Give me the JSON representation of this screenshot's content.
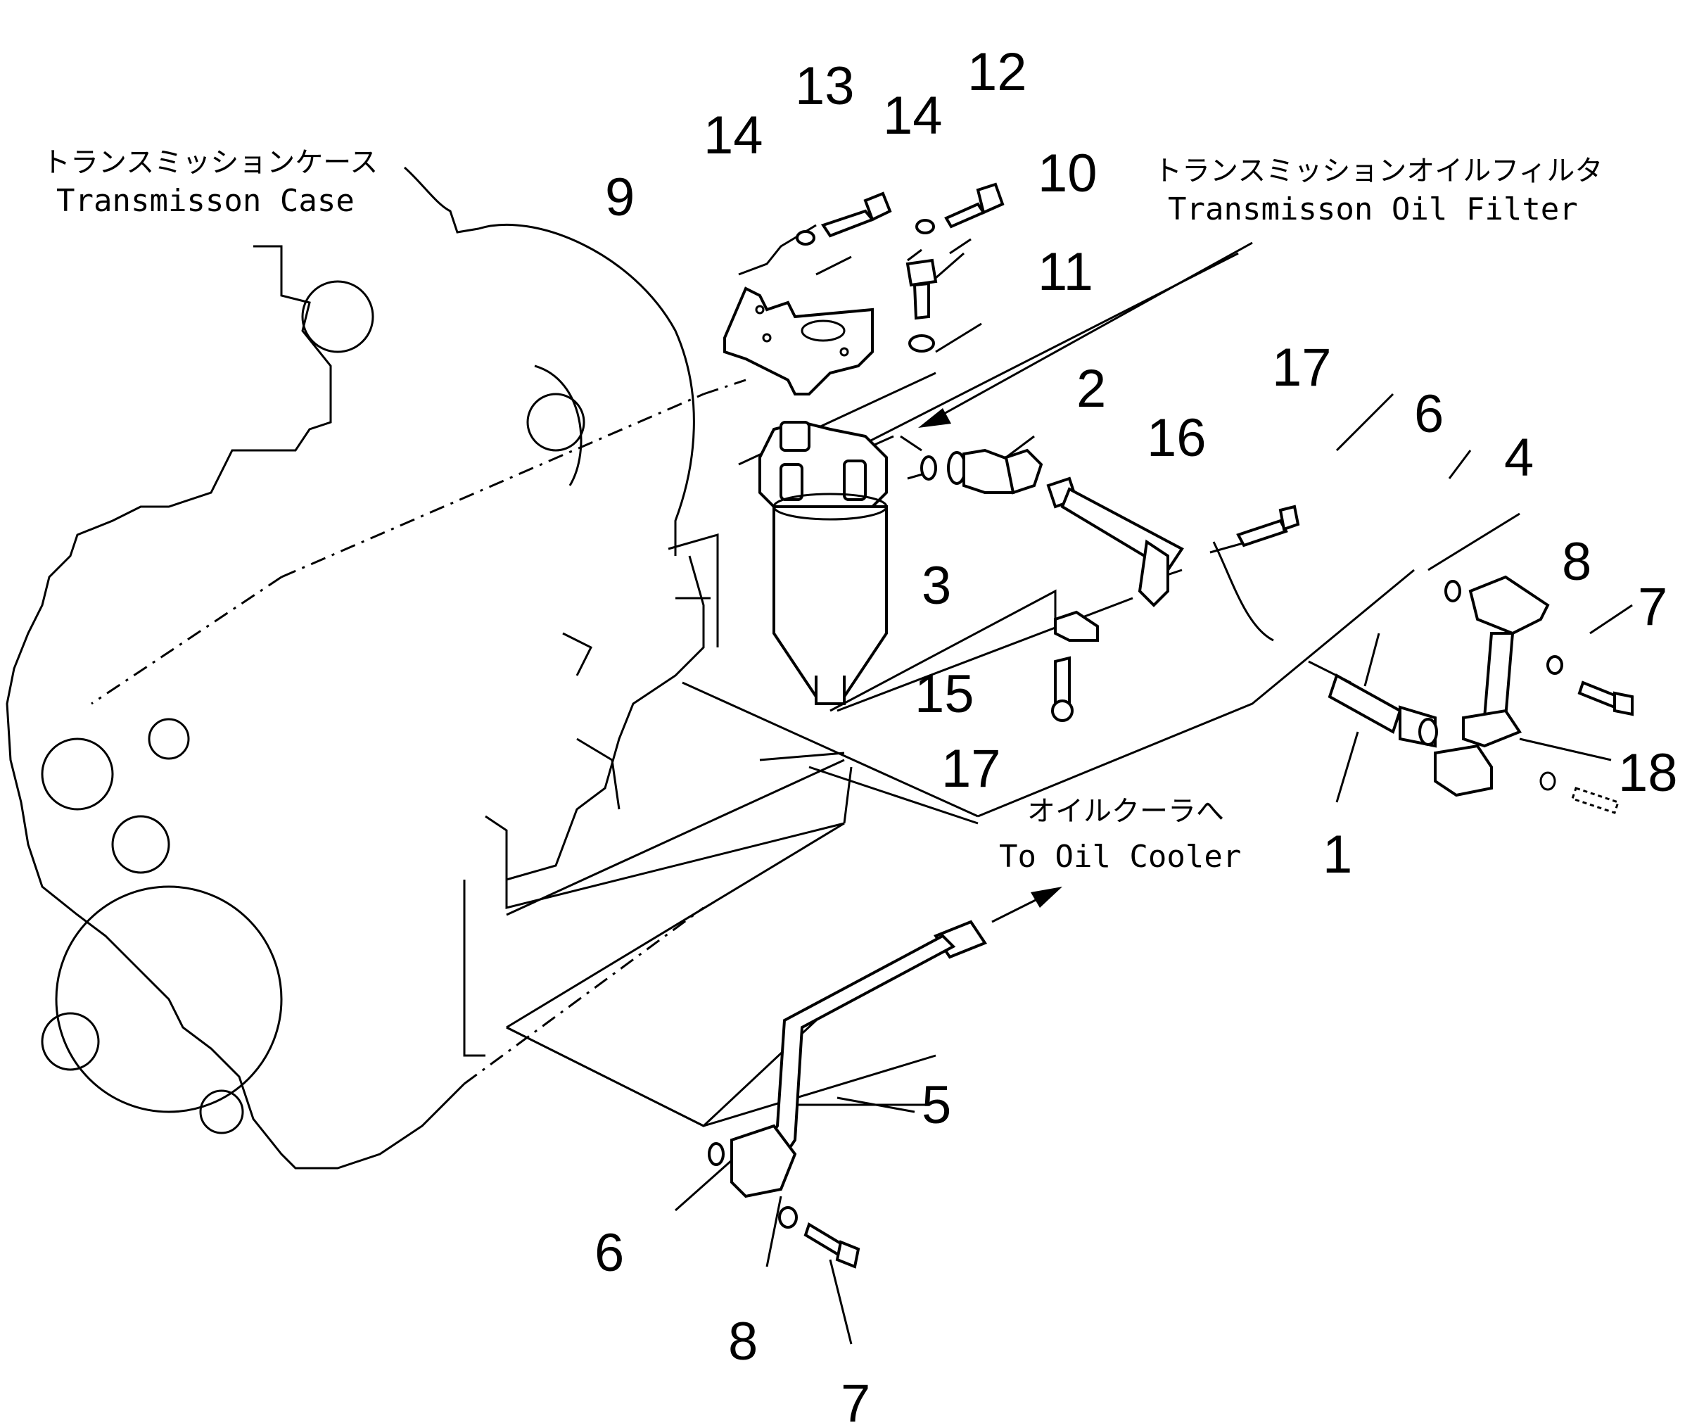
{
  "captions": {
    "case_jp": "トランスミッションケース",
    "case_en": "Transmisson Case",
    "filter_jp": "トランスミッションオイルフィルタ",
    "filter_en": "Transmisson Oil Filter",
    "cooler_jp": "オイルクーラへ",
    "cooler_en": "To Oil Cooler"
  },
  "callouts": {
    "p13": "13",
    "p12": "12",
    "p14a": "14",
    "p14b": "14",
    "p10": "10",
    "p9": "9",
    "p11": "11",
    "p2": "2",
    "p17a": "17",
    "p16": "16",
    "p3": "3",
    "p6a": "6",
    "p4": "4",
    "p8a": "8",
    "p7a": "7",
    "p15": "15",
    "p17b": "17",
    "p18": "18",
    "p1": "1",
    "p5": "5",
    "p6b": "6",
    "p8b": "8",
    "p7b": "7"
  }
}
